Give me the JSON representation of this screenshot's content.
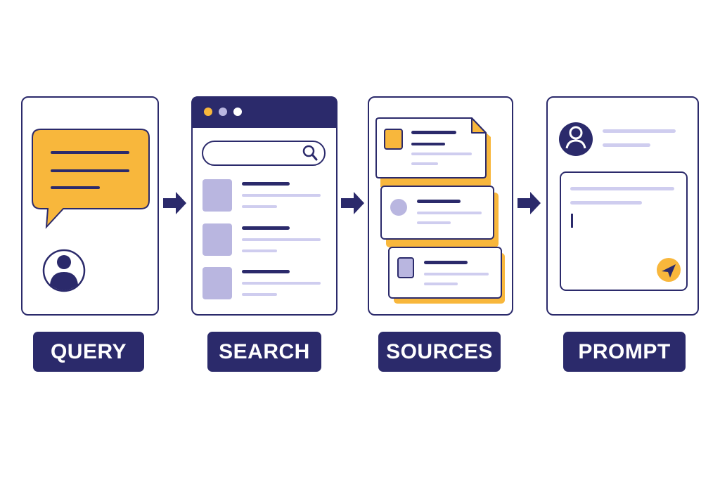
{
  "colors": {
    "navy": "#2b2a6b",
    "yellow": "#f8b73c",
    "lavender": "#b9b6e0",
    "light_line": "#cfcdef",
    "white": "#ffffff"
  },
  "steps": [
    {
      "label": "QUERY"
    },
    {
      "label": "SEARCH"
    },
    {
      "label": "SOURCES"
    },
    {
      "label": "PROMPT"
    }
  ],
  "icons": [
    "chat-bubble-icon",
    "user-avatar-icon",
    "search-icon",
    "document-icon",
    "send-icon",
    "arrow-right-icon"
  ]
}
